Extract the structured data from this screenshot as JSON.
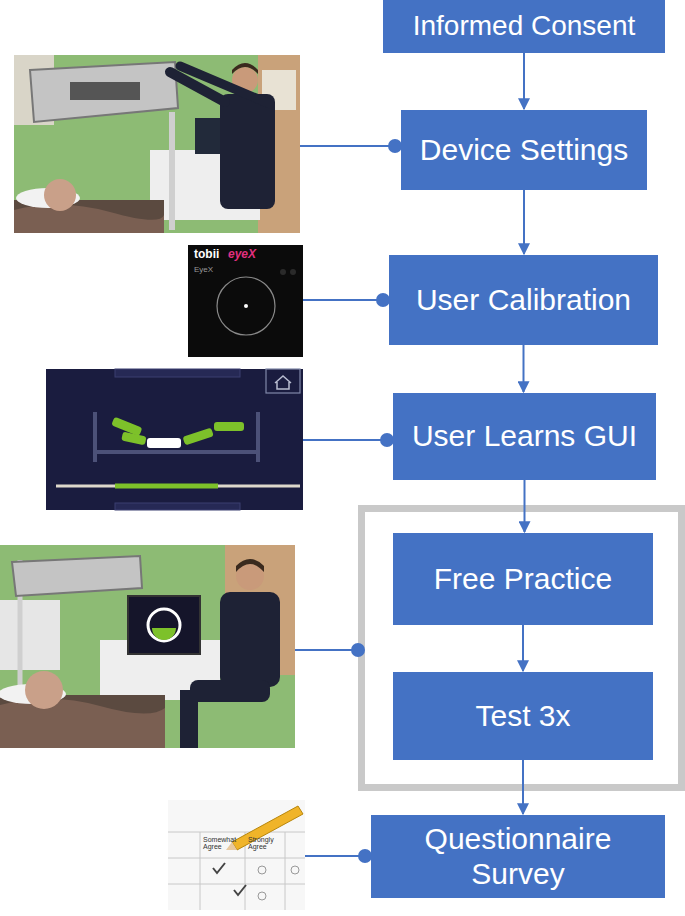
{
  "diagram": {
    "nodes": [
      {
        "text": [
          "Informed Consent"
        ]
      },
      {
        "text": [
          "Device Settings"
        ]
      },
      {
        "text": [
          "User Calibration"
        ]
      },
      {
        "text": [
          "User Learns GUI"
        ]
      },
      {
        "text": [
          "Free Practice"
        ]
      },
      {
        "text": [
          "Test 3x"
        ]
      },
      {
        "text": [
          "Questionnaire Survey"
        ]
      }
    ],
    "edges": [
      {
        "from": 0,
        "to": 1,
        "arrow": "to"
      },
      {
        "from": 1,
        "to": 2,
        "arrow": "to"
      },
      {
        "from": 2,
        "to": 3,
        "arrow": "to"
      },
      {
        "from": 3,
        "to": 4,
        "arrow": "to"
      },
      {
        "from": 4,
        "to": 5,
        "arrow": "to"
      },
      {
        "from": 5,
        "to": 6,
        "arrow": "to"
      }
    ],
    "labels": [
      "tobii",
      "eyeX",
      "EyeX",
      "Somewhat Agree",
      "Strongly Agree"
    ]
  }
}
